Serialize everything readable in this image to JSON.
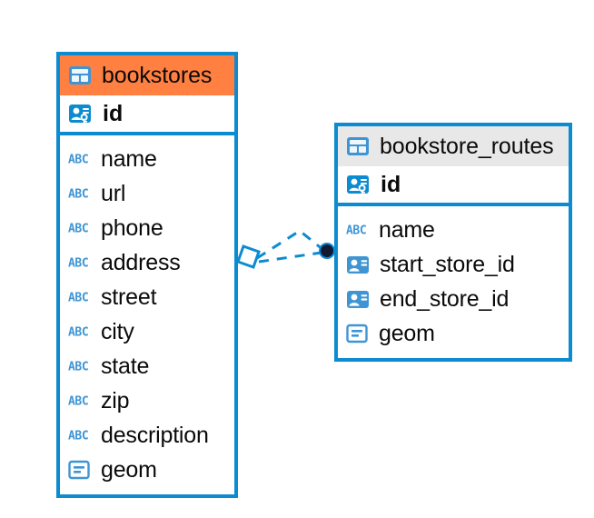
{
  "diagram": {
    "type": "entity-relationship-diagram",
    "colors": {
      "border": "#0d8bd1",
      "accent_header": "#ff8040",
      "plain_header": "#e8e8e8",
      "icon_blue": "#3f95d4",
      "text": "#0a0a0a",
      "connector": "#0d8bd1",
      "connector_dot": "#121a33"
    },
    "tables": [
      {
        "name": "bookstores",
        "header_style": "accent",
        "header_icon": "table-icon",
        "primary_key": {
          "label": "id",
          "icon": "primary-key-icon"
        },
        "fields": [
          {
            "label": "name",
            "icon": "abc-text-icon"
          },
          {
            "label": "url",
            "icon": "abc-text-icon"
          },
          {
            "label": "phone",
            "icon": "abc-text-icon"
          },
          {
            "label": "address",
            "icon": "abc-text-icon"
          },
          {
            "label": "street",
            "icon": "abc-text-icon"
          },
          {
            "label": "city",
            "icon": "abc-text-icon"
          },
          {
            "label": "state",
            "icon": "abc-text-icon"
          },
          {
            "label": "zip",
            "icon": "abc-text-icon"
          },
          {
            "label": "description",
            "icon": "abc-text-icon"
          },
          {
            "label": "geom",
            "icon": "geometry-icon"
          }
        ]
      },
      {
        "name": "bookstore_routes",
        "header_style": "plain",
        "header_icon": "table-icon",
        "primary_key": {
          "label": "id",
          "icon": "primary-key-icon"
        },
        "fields": [
          {
            "label": "name",
            "icon": "abc-text-icon"
          },
          {
            "label": "start_store_id",
            "icon": "foreign-key-icon"
          },
          {
            "label": "end_store_id",
            "icon": "foreign-key-icon"
          },
          {
            "label": "geom",
            "icon": "geometry-icon"
          }
        ]
      }
    ],
    "relationship": {
      "from_table": "bookstores",
      "to_table": "bookstore_routes",
      "line_style": "dashed",
      "source_marker": "diamond",
      "target_marker": "filled-dot"
    }
  }
}
